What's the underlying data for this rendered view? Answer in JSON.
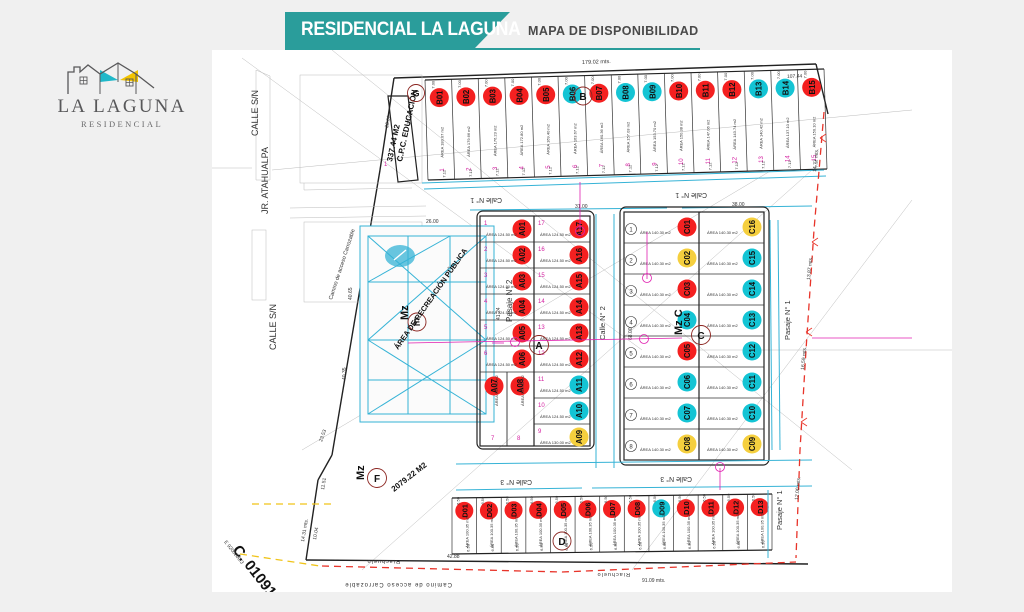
{
  "header": {
    "title": "RESIDENCIAL LA LAGUNA",
    "subtitle": "MAPA DE DISPONIBILIDAD",
    "banner_color": "#2a9d9b"
  },
  "logo": {
    "name": "LA LAGUNA",
    "sub": "RESIDENCIAL",
    "roof_teal": "#1fb8c9",
    "roof_yellow": "#f2c300"
  },
  "legend_colors": {
    "sold": "#f42020",
    "available": "#14c4d4",
    "reserved": "#f5cf3e"
  },
  "streets": {
    "calle_sn_left": "CALLE S/N",
    "calle_sn_lower": "CALLE S/N",
    "jr_atahualpa": "JR. ATAHUALPA",
    "calle_1_a": "Calle N° 1",
    "calle_1_b": "Calle N° 1",
    "calle_2_a": "Calle N° 2",
    "calle_2_b": "Calle N° 2",
    "calle_3_a": "Calle N° 3",
    "calle_3_b": "Calle N° 3",
    "pasaje_1_a": "Pasaje N° 1",
    "pasaje_1_b": "Pasaje N° 1",
    "pasaje_2": "Pasaje N° 2",
    "camino": "Camino de acceso Carrozable",
    "camino_left": "Camino de acceso Carrozable",
    "riachuelo_a": "Riachuelo",
    "riachuelo_b": "Riachuelo"
  },
  "parcels": {
    "educacion": "C.P.C. EDUCACIÓN",
    "educacion_area": "337.44 M2",
    "mz_e_label": "Mz",
    "mz_e_letter": "E",
    "mz_e_text": "ÁREA DE RECREACIÓN PÚBLICA",
    "mz_f_label": "Mz",
    "mz_f_letter": "F",
    "mz_f_area": "2079.22 M2",
    "coord_label": "C. 0109101",
    "coord_sub": "E 9200200.3"
  },
  "block_markers": {
    "g": "G",
    "b": "B",
    "a": "A",
    "c": "C",
    "d": "D",
    "f": "F",
    "e": "E"
  },
  "dimensions": {
    "top_main": "179.02 mts.",
    "top_right": "107.44",
    "edge_2705": "27.05",
    "edge_2600": "26.00",
    "left_4065": "40.65",
    "left_4035": "40.35",
    "park_w": "26.00",
    "park_h": "41.24",
    "bottom_4288": "42.88",
    "bottom_9109": "91.09 mts.",
    "side_1477": "14.77 mts.",
    "side_1387": "13.87 mts.",
    "side_1659": "16.59 mts.",
    "side_1200": "12.00 mts.",
    "blockA_w": "31.00",
    "blockC_w": "38.00",
    "blockC_h": "68.00",
    "f_2353": "23.53",
    "f_1151": "11.51",
    "f_1004": "10.04",
    "f_1431": "14.31 mts."
  },
  "blocks": [
    {
      "id": "B",
      "name": "Mz B",
      "lots": [
        {
          "code": "B01",
          "num": "1",
          "area": "183.07 m2",
          "status": "sold"
        },
        {
          "code": "B02",
          "num": "2",
          "area": "179.66 m2",
          "status": "sold"
        },
        {
          "code": "B03",
          "num": "3",
          "area": "176.23 m2",
          "status": "sold"
        },
        {
          "code": "B04",
          "num": "4",
          "area": "172.80 m2",
          "status": "sold"
        },
        {
          "code": "B05",
          "num": "5",
          "area": "169.40 m2",
          "status": "sold"
        },
        {
          "code": "B06",
          "num": "6",
          "area": "163.67 m2",
          "status": "available"
        },
        {
          "code": "B07",
          "num": "7",
          "area": "160.36 m2",
          "status": "sold"
        },
        {
          "code": "B08",
          "num": "8",
          "area": "157.03 m2",
          "status": "available"
        },
        {
          "code": "B09",
          "num": "9",
          "area": "153.70 m2",
          "status": "available"
        },
        {
          "code": "B10",
          "num": "10",
          "area": "150.38 m2",
          "status": "sold"
        },
        {
          "code": "B11",
          "num": "11",
          "area": "147.06 m2",
          "status": "sold"
        },
        {
          "code": "B12",
          "num": "12",
          "area": "143.74 m2",
          "status": "sold"
        },
        {
          "code": "B13",
          "num": "13",
          "area": "140.42 m2",
          "status": "available"
        },
        {
          "code": "B14",
          "num": "14",
          "area": "137.10 m2",
          "status": "available"
        },
        {
          "code": "B15",
          "num": "15",
          "area": "150.10 m2",
          "status": "sold"
        }
      ]
    },
    {
      "id": "A",
      "name": "Mz A",
      "left": [
        {
          "code": "A01",
          "num": "1",
          "area": "124.50 m2",
          "status": "sold"
        },
        {
          "code": "A02",
          "num": "2",
          "area": "124.50 m2",
          "status": "sold"
        },
        {
          "code": "A03",
          "num": "3",
          "area": "124.50 m2",
          "status": "sold"
        },
        {
          "code": "A04",
          "num": "4",
          "area": "124.50 m2",
          "status": "sold"
        },
        {
          "code": "A05",
          "num": "5",
          "area": "124.50 m2",
          "status": "sold"
        },
        {
          "code": "A06",
          "num": "6",
          "area": "124.50 m2",
          "status": "sold"
        },
        {
          "code": "A07",
          "num": "7",
          "area": "130.00 m2",
          "status": "sold"
        },
        {
          "code": "A08",
          "num": "8",
          "area": "130.00 m2",
          "status": "sold"
        }
      ],
      "right": [
        {
          "code": "A17",
          "num": "17",
          "area": "124.50 m2",
          "status": "sold"
        },
        {
          "code": "A16",
          "num": "16",
          "area": "124.50 m2",
          "status": "sold"
        },
        {
          "code": "A15",
          "num": "15",
          "area": "124.50 m2",
          "status": "sold"
        },
        {
          "code": "A14",
          "num": "14",
          "area": "124.50 m2",
          "status": "sold"
        },
        {
          "code": "A13",
          "num": "13",
          "area": "124.50 m2",
          "status": "sold"
        },
        {
          "code": "A12",
          "num": "12",
          "area": "124.50 m2",
          "status": "sold"
        },
        {
          "code": "A11",
          "num": "11",
          "area": "124.50 m2",
          "status": "available"
        },
        {
          "code": "A10",
          "num": "10",
          "area": "124.50 m2",
          "status": "available"
        },
        {
          "code": "A09",
          "num": "9",
          "area": "130.00 m2",
          "status": "reserved"
        }
      ]
    },
    {
      "id": "C",
      "name": "Mz C",
      "left": [
        {
          "code": "C01",
          "num": "1",
          "area": "140.30 m2",
          "status": "sold"
        },
        {
          "code": "C02",
          "num": "2",
          "area": "140.30 m2",
          "status": "reserved"
        },
        {
          "code": "C03",
          "num": "3",
          "area": "140.30 m2",
          "status": "sold"
        },
        {
          "code": "C04",
          "num": "4",
          "area": "140.30 m2",
          "status": "available"
        },
        {
          "code": "C05",
          "num": "5",
          "area": "140.30 m2",
          "status": "sold"
        },
        {
          "code": "C06",
          "num": "6",
          "area": "140.30 m2",
          "status": "available"
        },
        {
          "code": "C07",
          "num": "7",
          "area": "140.30 m2",
          "status": "available"
        },
        {
          "code": "C08",
          "num": "8",
          "area": "140.30 m2",
          "status": "reserved"
        }
      ],
      "right": [
        {
          "code": "C16",
          "num": "16",
          "area": "140.30 m2",
          "status": "reserved"
        },
        {
          "code": "C15",
          "num": "15",
          "area": "140.30 m2",
          "status": "available"
        },
        {
          "code": "C14",
          "num": "14",
          "area": "140.30 m2",
          "status": "available"
        },
        {
          "code": "C13",
          "num": "13",
          "area": "140.30 m2",
          "status": "available"
        },
        {
          "code": "C12",
          "num": "12",
          "area": "140.30 m2",
          "status": "available"
        },
        {
          "code": "C11",
          "num": "11",
          "area": "140.30 m2",
          "status": "available"
        },
        {
          "code": "C10",
          "num": "10",
          "area": "140.30 m2",
          "status": "available"
        },
        {
          "code": "C09",
          "num": "9",
          "area": "140.30 m2",
          "status": "reserved"
        }
      ]
    },
    {
      "id": "D",
      "name": "Mz D",
      "lots": [
        {
          "code": "D01",
          "num": "1",
          "area": "100.35 m2",
          "status": "sold"
        },
        {
          "code": "D02",
          "num": "2",
          "area": "100.35 m2",
          "status": "sold"
        },
        {
          "code": "D03",
          "num": "3",
          "area": "100.35 m2",
          "status": "sold"
        },
        {
          "code": "D04",
          "num": "4",
          "area": "100.35 m2",
          "status": "sold"
        },
        {
          "code": "D05",
          "num": "5",
          "area": "100.35 m2",
          "status": "sold"
        },
        {
          "code": "D06",
          "num": "6",
          "area": "100.35 m2",
          "status": "sold"
        },
        {
          "code": "D07",
          "num": "7",
          "area": "100.35 m2",
          "status": "sold"
        },
        {
          "code": "D08",
          "num": "8",
          "area": "100.35 m2",
          "status": "sold"
        },
        {
          "code": "D09",
          "num": "9",
          "area": "100.35 m2",
          "status": "available"
        },
        {
          "code": "D10",
          "num": "10",
          "area": "100.35 m2",
          "status": "sold"
        },
        {
          "code": "D11",
          "num": "11",
          "area": "100.35 m2",
          "status": "sold"
        },
        {
          "code": "D12",
          "num": "12",
          "area": "100.35 m2",
          "status": "sold"
        },
        {
          "code": "D13",
          "num": "13",
          "area": "100.35 m2",
          "status": "sold"
        }
      ]
    }
  ]
}
